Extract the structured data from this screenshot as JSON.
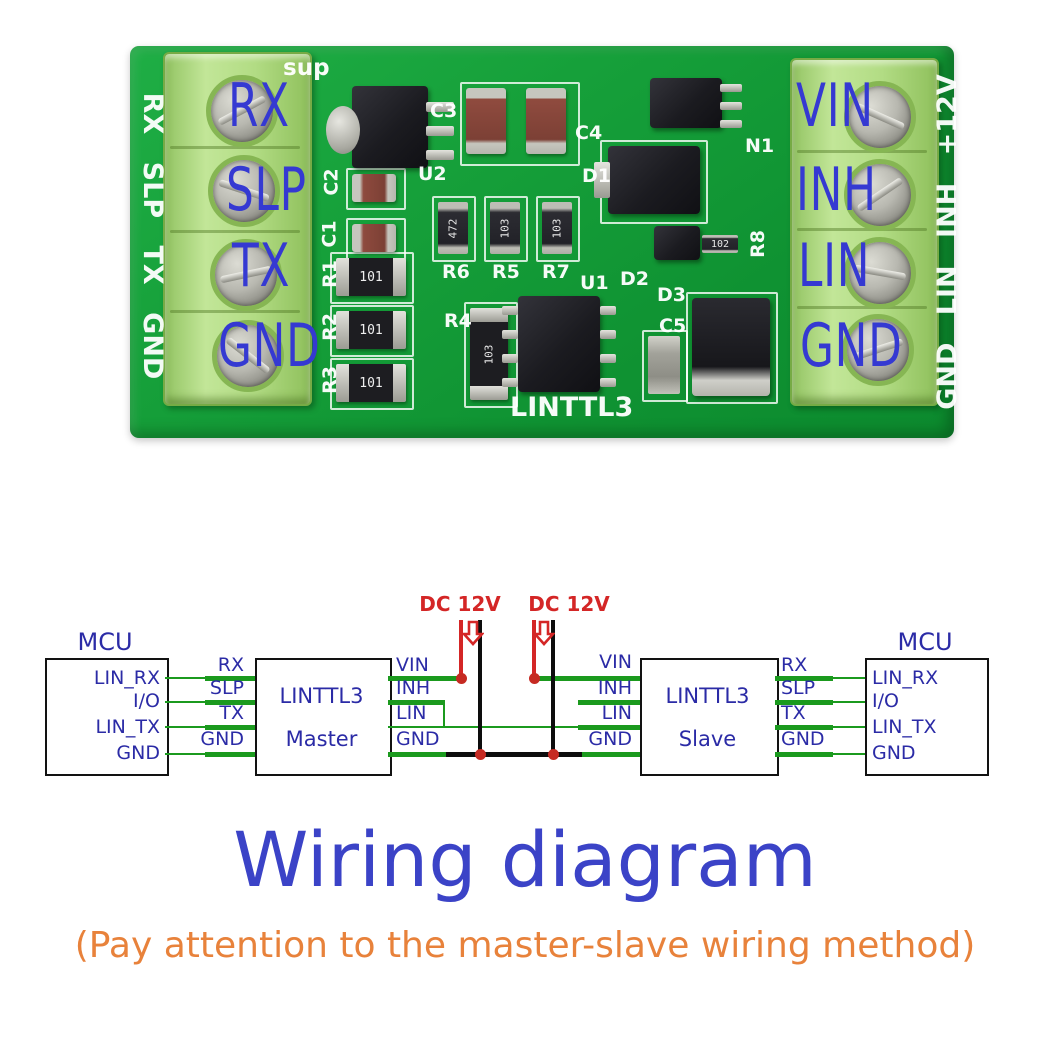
{
  "photo": {
    "labels_left": [
      "RX",
      "SLP",
      "TX",
      "GND"
    ],
    "labels_right": [
      "VIN",
      "INH",
      "LIN",
      "GND"
    ],
    "edge_left": "RX SLP TX GND",
    "edge_right": "GND LIN INH +12V",
    "silkscreen": {
      "sup": "sup",
      "c1": "C1",
      "c2": "C2",
      "c3": "C3",
      "c4": "C4",
      "c5": "C5",
      "r1": "R1",
      "r2": "R2",
      "r3": "R3",
      "r4": "R4",
      "r5": "R5",
      "r6": "R6",
      "r7": "R7",
      "r8": "R8",
      "u1": "U1",
      "u2": "U2",
      "d1": "D1",
      "d2": "D2",
      "d3": "D3",
      "n1": "N1",
      "model": "LINTTL3"
    },
    "markings": {
      "r1": "101",
      "r2": "101",
      "r3": "101",
      "r4": "103",
      "m1": "472",
      "m2": "103",
      "m3": "103",
      "m4": "102"
    }
  },
  "diagram": {
    "mcu_title": "MCU",
    "mcu_pins": [
      "LIN_RX",
      "I/O",
      "LIN_TX",
      "GND"
    ],
    "ttl_pins": [
      "RX",
      "SLP",
      "TX",
      "GND"
    ],
    "lin_pins": [
      "VIN",
      "INH",
      "LIN",
      "GND"
    ],
    "module_name": "LINTTL3",
    "module_left_role": "Master",
    "module_right_role": "Slave",
    "supply_label": "DC 12V"
  },
  "heading": {
    "title": "Wiring diagram",
    "subtitle": "(Pay attention to the master-slave wiring method)"
  },
  "colors": {
    "label_blue": "#3539d2",
    "diagram_text": "#2b2ba6",
    "wire_green": "#1b9a1e",
    "supply_red": "#d42626",
    "heading_blue": "#3b43c7",
    "subtitle_orange": "#e8823b",
    "pcb_green": "#129434",
    "terminal_green": "#b4dc86"
  }
}
